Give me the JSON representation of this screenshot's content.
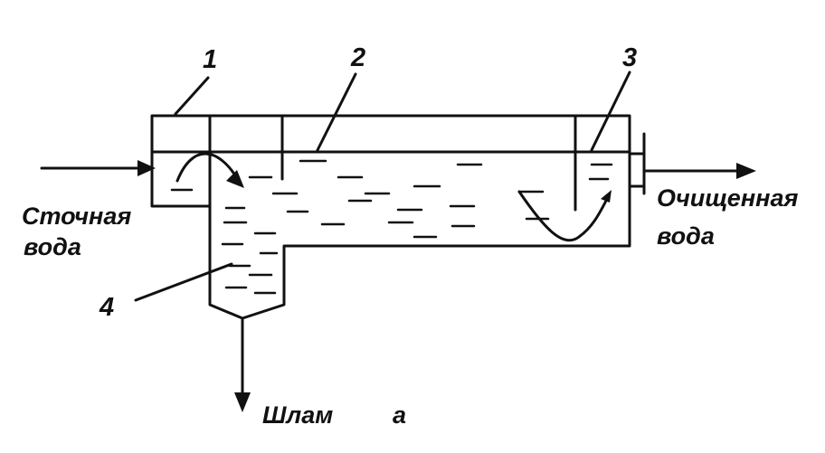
{
  "labels": {
    "n1": "1",
    "n2": "2",
    "n3": "3",
    "n4": "4",
    "inlet_line1": "Сточная",
    "inlet_line2": "вода",
    "outlet_line1": "Очищенная",
    "outlet_line2": "вода",
    "sludge": "Шлам",
    "figure_letter": "а"
  },
  "colors": {
    "ink": "#111111",
    "background": "#ffffff"
  }
}
